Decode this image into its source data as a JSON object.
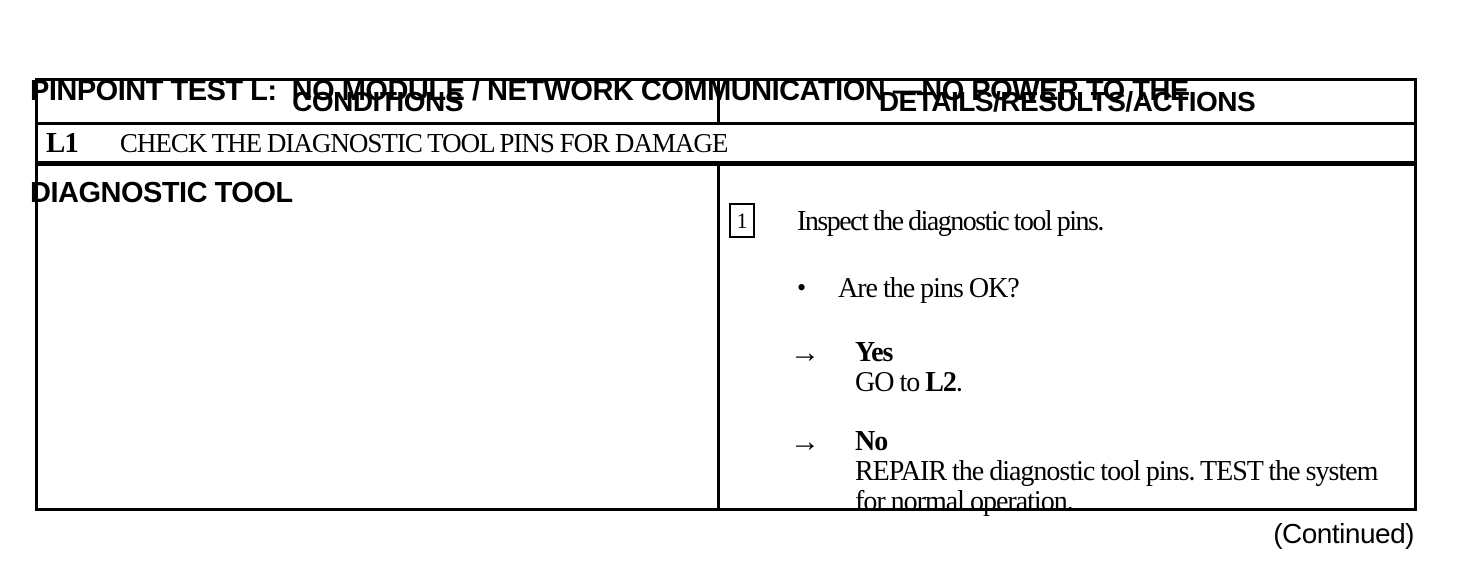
{
  "page": {
    "title_line1": "PINPOINT TEST L:  NO MODULE / NETWORK COMMUNICATION —NO POWER TO THE",
    "title_line2": "DIAGNOSTIC TOOL",
    "continued_note": "(Continued)"
  },
  "table": {
    "header": {
      "conditions": "CONDITIONS",
      "details": "DETAILS/RESULTS/ACTIONS"
    },
    "step": {
      "id": "L1",
      "title": "CHECK THE DIAGNOSTIC TOOL PINS FOR DAMAGE"
    },
    "body": {
      "step_number": "1",
      "instruction": "Inspect the diagnostic tool pins.",
      "question": "Are the pins OK?",
      "yes": {
        "label": "Yes",
        "action_prefix": "GO to ",
        "action_target": "L2",
        "action_suffix": "."
      },
      "no": {
        "label": "No",
        "action": "REPAIR the diagnostic tool pins. TEST the system for normal operation."
      }
    }
  },
  "glyphs": {
    "bullet": "•",
    "arrow_right": "→"
  },
  "colors": {
    "ink": "#000000",
    "paper": "#ffffff"
  }
}
